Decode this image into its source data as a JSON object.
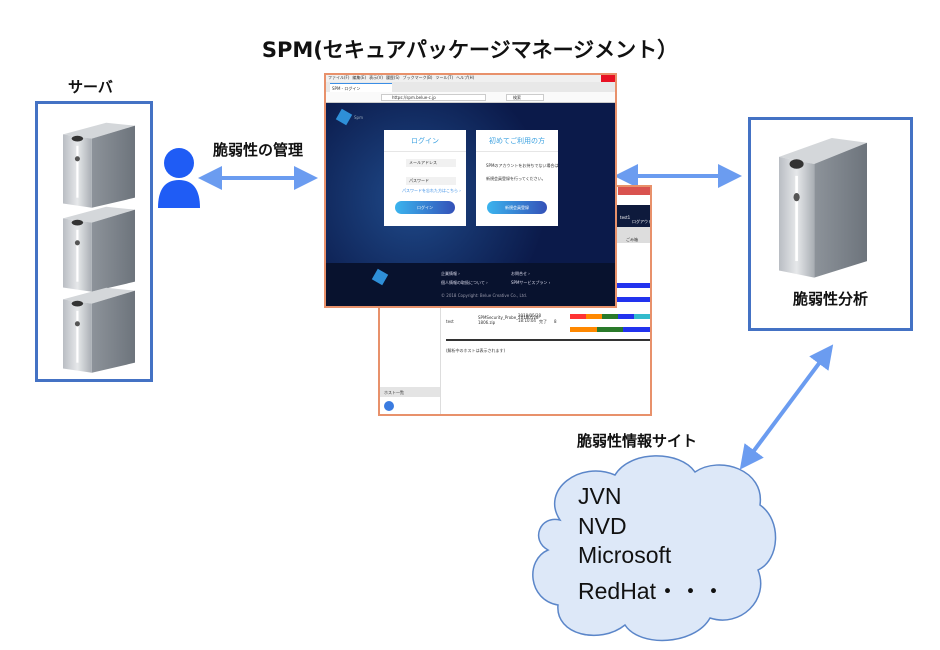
{
  "title": "SPM(セキュアパッケージマネージメント）",
  "server_group": {
    "label": "サーバ",
    "count": 3
  },
  "user_link": {
    "label": "脆弱性の管理"
  },
  "analysis": {
    "label": "脆弱性分析"
  },
  "info_sites": {
    "label": "脆弱性情報サイト",
    "items": [
      "JVN",
      "NVD",
      "Microsoft",
      "RedHat・・・"
    ]
  },
  "colors": {
    "box_border": "#4472c4",
    "arrow": "#6b9cf0",
    "person": "#1f5cf5",
    "window_border": "#e8916b",
    "cloud_fill": "#dde8f8"
  },
  "login_window": {
    "menu": [
      "ファイル(F)",
      "編集(E)",
      "表示(V)",
      "履歴(S)",
      "ブックマーク(B)",
      "ツール(T)",
      "ヘルプ(H)"
    ],
    "tab_title": "SPM - ログイン",
    "url": "https://spm.belue-c.jp",
    "search_placeholder": "検索",
    "logo_text": "Spm",
    "login_card": {
      "title": "ログイン",
      "email_placeholder": "メールアドレス",
      "password_placeholder": "パスワード",
      "forgot": "パスワードを忘れた方はこちら ›",
      "button": "ログイン"
    },
    "register_card": {
      "title": "初めてご利用の方",
      "text1": "SPMのアカウントをお持ちでない場合は",
      "text2": "新規会員登録を行ってください。",
      "button": "新規会員登録"
    },
    "footer": {
      "links": [
        "企業情報 ›",
        "お問合せ ›",
        "個人情報の取扱について ›",
        "SPMサービスプラン ›"
      ],
      "copyright": "© 2018 Copyright: Belue Creative Co., Ltd."
    }
  },
  "back_window": {
    "header_items": [
      "test1",
      "ログアウト"
    ],
    "delete_label": "ごみ箱",
    "row": {
      "host": "test",
      "file": "SPMSecurity_Probe_20180528-1806.zip",
      "date": "2018/05/28 18:10:04",
      "status": "完了",
      "count": "8"
    },
    "note": "(解析中のホストは表示されます)",
    "sidebar_bottom": "ホスト一覧"
  }
}
